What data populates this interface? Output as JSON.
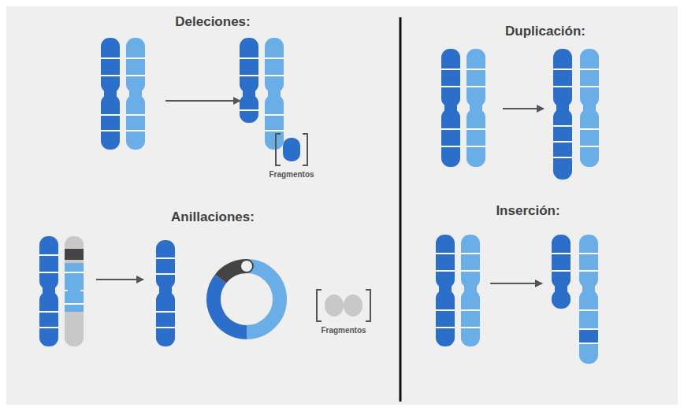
{
  "diagram": {
    "labels": [
      "Deleciones:",
      "Fragmentos",
      "Anillaciones:",
      "Fragmentos",
      "Duplicación:",
      "Inserción:"
    ]
  }
}
